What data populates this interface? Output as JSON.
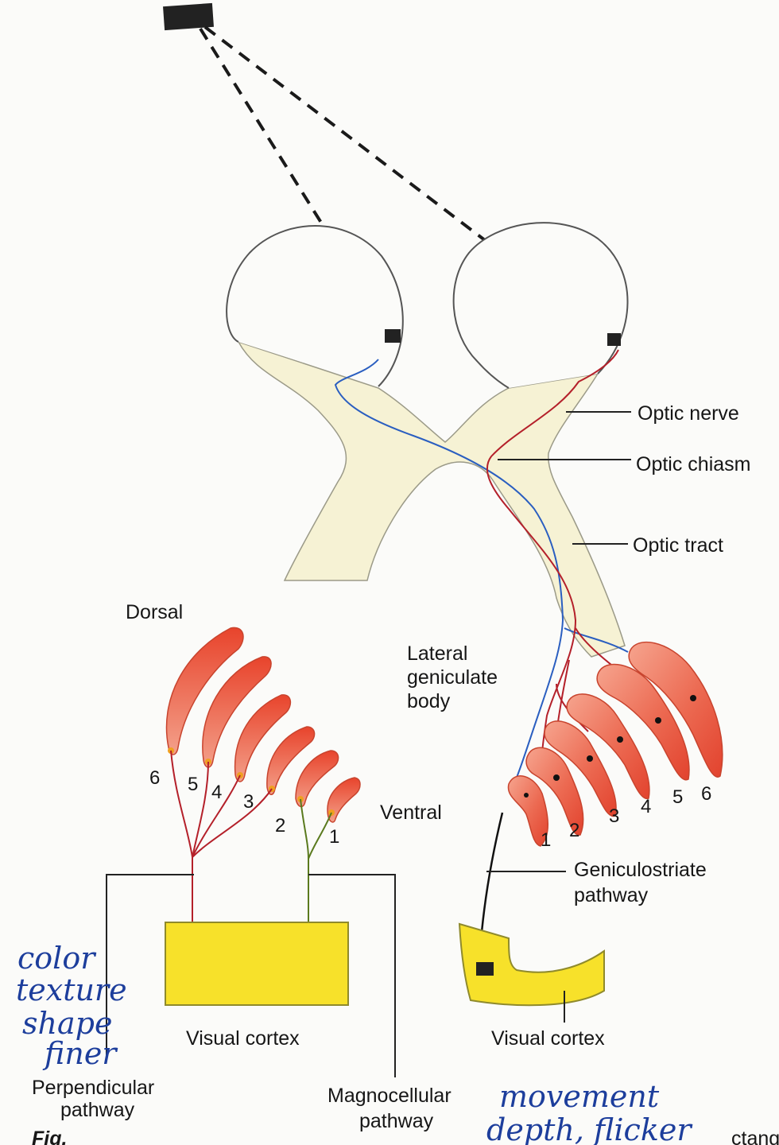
{
  "labels": {
    "optic_nerve": "Optic nerve",
    "optic_chiasm": "Optic chiasm",
    "optic_tract": "Optic tract",
    "dorsal": "Dorsal",
    "ventral": "Ventral",
    "lgb_line1": "Lateral",
    "lgb_line2": "geniculate",
    "lgb_line3": "body",
    "geniculostriate_line1": "Geniculostriate",
    "geniculostriate_line2": "pathway",
    "visual_cortex_left": "Visual cortex",
    "visual_cortex_right": "Visual cortex",
    "perpendicular_line1": "Perpendicular",
    "perpendicular_line2": "pathway",
    "magnocellular_line1": "Magnocellular",
    "magnocellular_line2": "pathway",
    "fig_caption_fragment": "Fig.",
    "cut_text": "ctangula"
  },
  "left_layers": [
    "6",
    "5",
    "4",
    "3",
    "2",
    "1"
  ],
  "right_layers": [
    "1",
    "2",
    "3",
    "4",
    "5",
    "6"
  ],
  "handwriting": {
    "left": [
      "color",
      "texture",
      "shape",
      "finer"
    ],
    "right": [
      "movement",
      "depth, flicker"
    ]
  },
  "colors": {
    "fiber_red": "#b4202a",
    "fiber_blue": "#2a5ec0",
    "fiber_green": "#5a7a1e",
    "pathway_fill": "#f6f2d4",
    "layer_red": "#e8462e",
    "layer_light": "#f2907a",
    "cortex_yellow": "#f7e12a",
    "ink": "#1d3e9c"
  }
}
